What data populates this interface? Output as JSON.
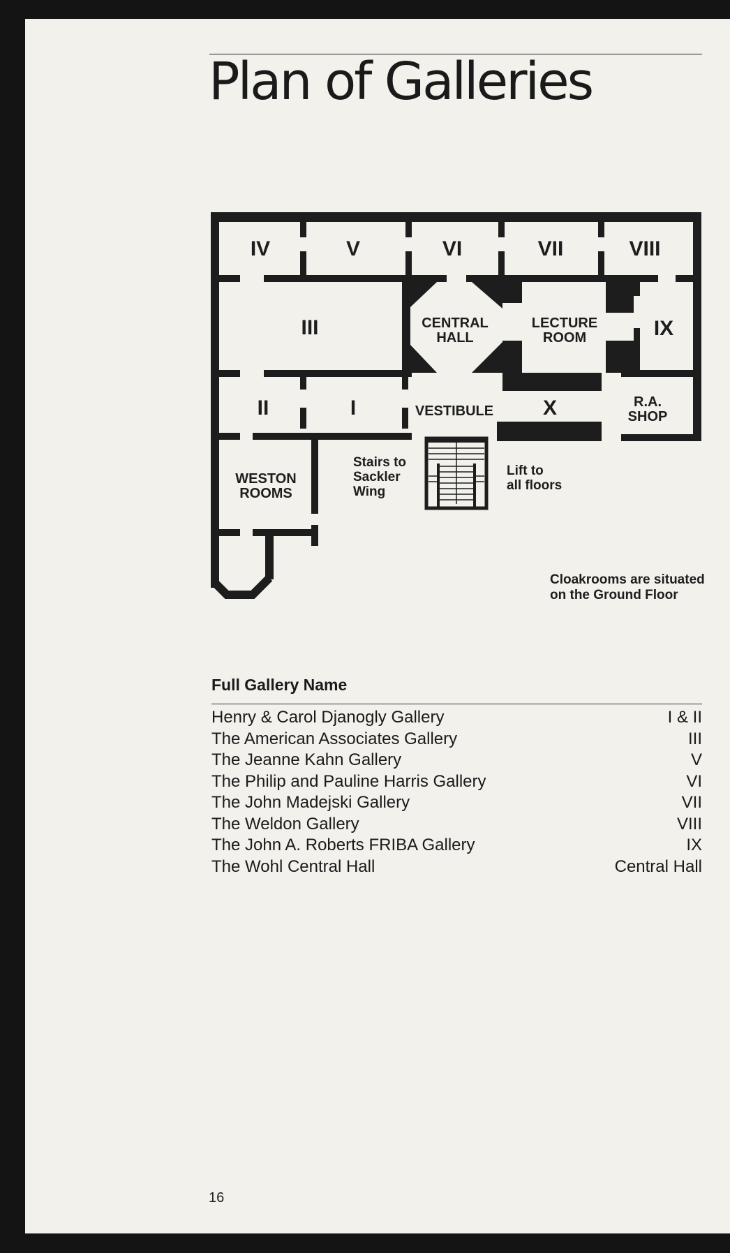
{
  "page_title": "Plan of Galleries",
  "plan": {
    "rooms": {
      "iv": "IV",
      "v": "V",
      "vi": "VI",
      "vii": "VII",
      "viii": "VIII",
      "iii": "III",
      "central_hall_1": "CENTRAL",
      "central_hall_2": "HALL",
      "lecture_room_1": "LECTURE",
      "lecture_room_2": "ROOM",
      "ix": "IX",
      "ii": "II",
      "i": "I",
      "vestibule": "VESTIBULE",
      "x": "X",
      "ra_shop_1": "R.A.",
      "ra_shop_2": "SHOP",
      "weston_1": "WESTON",
      "weston_2": "ROOMS"
    },
    "stairs_1": "Stairs to",
    "stairs_2": "Sackler",
    "stairs_3": "Wing",
    "lift_1": "Lift to",
    "lift_2": "all floors",
    "note_1": "Cloakrooms are situated",
    "note_2": "on the Ground Floor"
  },
  "list_heading": "Full Gallery Name",
  "galleries": [
    {
      "name": "Henry & Carol Djanogly Gallery",
      "room": "I & II"
    },
    {
      "name": "The American Associates Gallery",
      "room": "III"
    },
    {
      "name": "The Jeanne Kahn Gallery",
      "room": "V"
    },
    {
      "name": "The Philip and Pauline Harris Gallery",
      "room": "VI"
    },
    {
      "name": "The John Madejski Gallery",
      "room": "VII"
    },
    {
      "name": "The Weldon Gallery",
      "room": "VIII"
    },
    {
      "name": "The John A. Roberts FRIBA Gallery",
      "room": "IX"
    },
    {
      "name": "The Wohl Central Hall",
      "room": "Central Hall"
    }
  ],
  "page_number": "16"
}
